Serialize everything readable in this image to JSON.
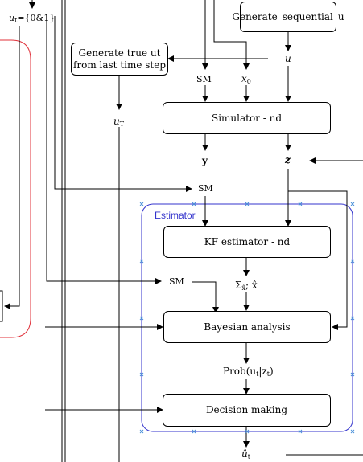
{
  "nodes": {
    "generate_sequential": "Generate_sequential_u",
    "generate_true_line1": "Generate true ut",
    "generate_true_line2": "from last time step",
    "simulator": "Simulator - nd",
    "kf_estimator": "KF estimator - nd",
    "bayesian": "Bayesian analysis",
    "decision": "Decision making"
  },
  "group": {
    "estimator_title": "Estimator"
  },
  "labels": {
    "ut_def_var": "u",
    "ut_def_sub": "t",
    "ut_def_rest": "={0&1}",
    "u": "u",
    "sm_top": "SM",
    "x0_var": "x",
    "x0_sub": "0",
    "uT_var": "u",
    "uT_sub": "T",
    "y": "y",
    "z": "z",
    "sm_mid": "SM",
    "sm_low": "SM",
    "sigma_x": "Σ",
    "sigma_sub": "x̂",
    "sigma_rest": "; x̂",
    "prob": "Prob(u",
    "prob_sub1": "t",
    "prob_mid": "|z",
    "prob_sub2": "t",
    "prob_end": ")",
    "uhat_var": "û",
    "uhat_sub": "t"
  },
  "colors": {
    "line": "#000000",
    "estimator": "#3333cc",
    "red_region": "#e0303a",
    "cross": "#4a90d9"
  }
}
